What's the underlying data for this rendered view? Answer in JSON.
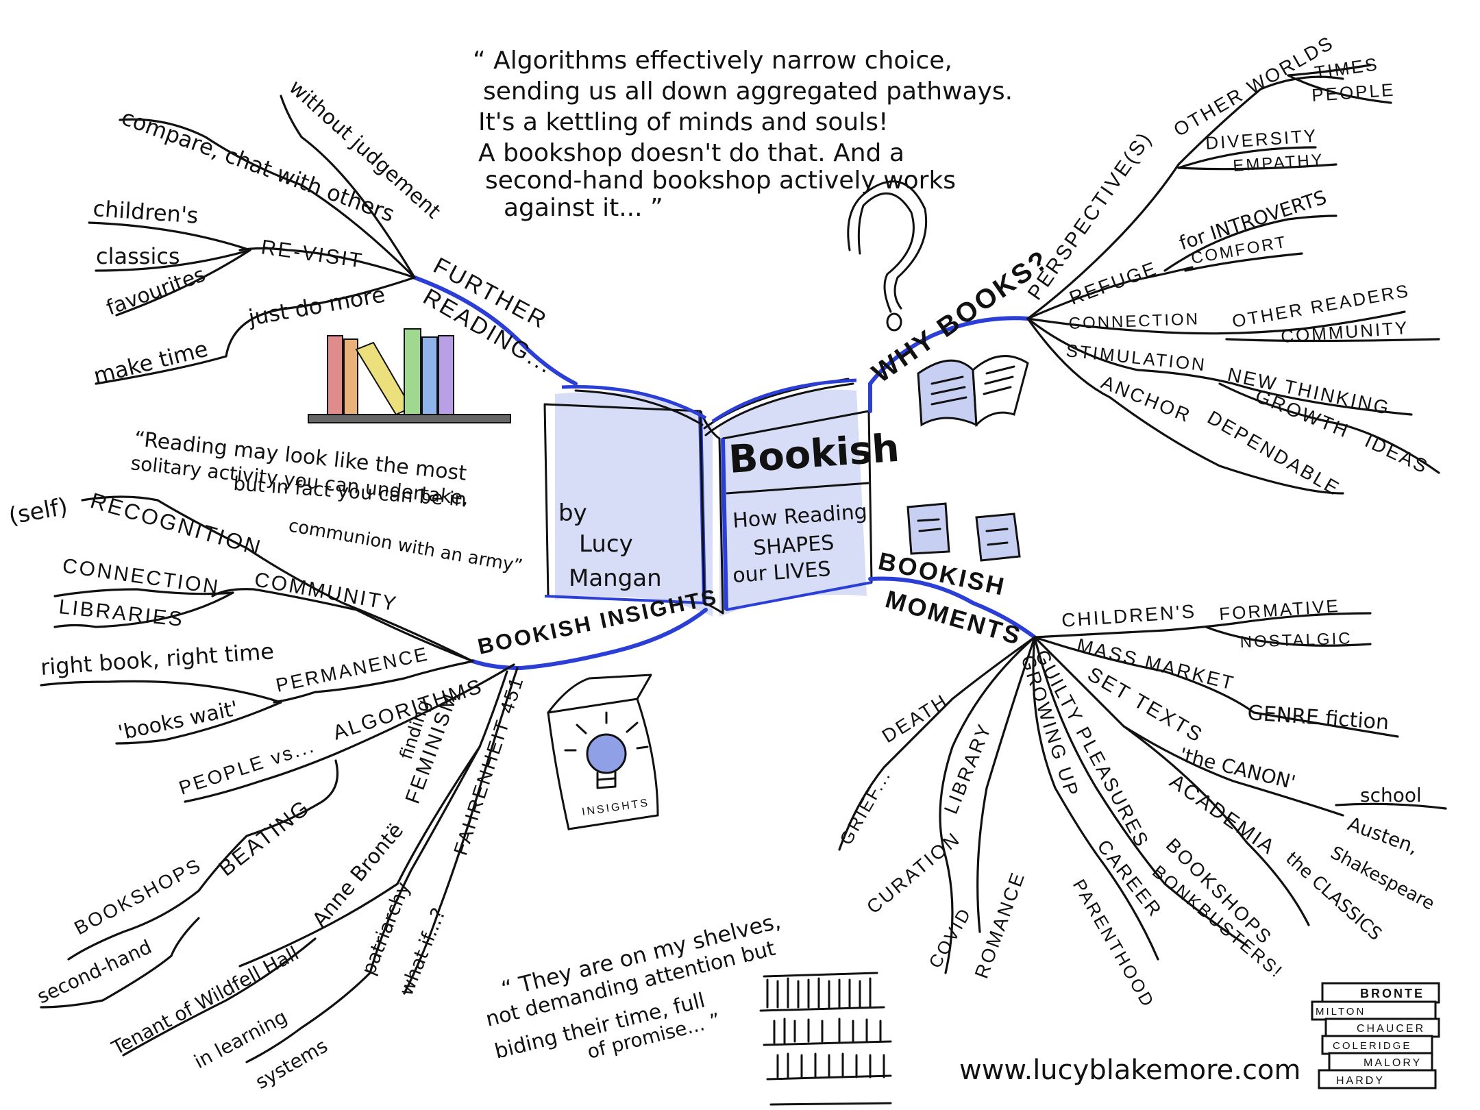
{
  "center": {
    "title": "Bookish",
    "subtitle_lines": [
      "How Reading",
      "SHAPES",
      "our LIVES"
    ],
    "author_lines": [
      "by",
      "Lucy",
      "Mangan"
    ]
  },
  "quotes": {
    "algorithms": [
      "“ Algorithms effectively narrow choice,",
      "sending us all down aggregated pathways.",
      "It's a kettling of minds and souls!",
      "A bookshop doesn't do that. And a",
      "second-hand bookshop actively works",
      "against it... ”"
    ],
    "reading": [
      "“Reading may look like the most",
      "solitary activity you can undertake,",
      "but in fact you can be in",
      "communion with an army”"
    ],
    "shelves": [
      "“ They are on my shelves,",
      "not demanding attention but",
      "biding their time, full",
      "of promise... ”"
    ]
  },
  "further_reading": {
    "label_lines": [
      "FURTHER",
      "READING..."
    ],
    "leaves": {
      "without_judgement": "without judgement",
      "compare": "compare, chat with others",
      "childrens": "children's",
      "revisit": "RE-VISIT",
      "classics": "classics",
      "favourites": "favourites",
      "make_time": "make time",
      "just_do_more": "just do more"
    }
  },
  "why_books": {
    "label": "WHY BOOKS?",
    "leaves": {
      "perspectives": "PERSPECTIVE(S)",
      "other_worlds": "OTHER WORLDS",
      "times": "TIMES",
      "people": "PEOPLE",
      "diversity": "DIVERSITY",
      "empathy": "EMPATHY",
      "refuge": "REFUGE",
      "for_introverts": "for INTROVERTS",
      "comfort": "COMFORT",
      "connection": "CONNECTION",
      "other_readers": "OTHER READERS",
      "community": "COMMUNITY",
      "stimulation": "STIMULATION",
      "new_thinking": "NEW THINKING",
      "growth": "GROWTH",
      "ideas": "IDEAS",
      "anchor": "ANCHOR",
      "dependable": "DEPENDABLE"
    }
  },
  "bookish_insights": {
    "label": "BOOKISH INSIGHTS",
    "icon_caption": "INSIGHTS",
    "leaves": {
      "self": "(self)",
      "recognition": "RECOGNITION",
      "connection": "CONNECTION",
      "libraries": "LIBRARIES",
      "community": "COMMUNITY",
      "right_book": "right book, right time",
      "books_wait": "'books wait'",
      "permanence": "PERMANENCE",
      "people_vs": "PEOPLE vs...",
      "algorithms": "ALGORITHMS",
      "beating": "BEATING",
      "bookshops": "BOOKSHOPS",
      "second_hand": "second-hand",
      "anne_bronte": "Anne Brontë",
      "tenant": "Tenant of Wildfell Hall",
      "finding": "finding",
      "feminism": "FEMINISM",
      "patriarchy": "patriarchy",
      "in_learning": "in learning",
      "systems": "systems",
      "what_if": "what if...?",
      "fahrenheit": "FAHRENHEIT 451"
    }
  },
  "bookish_moments": {
    "label_lines": [
      "BOOKISH",
      "MOMENTS"
    ],
    "leaves": {
      "childrens": "CHILDREN'S",
      "formative": "FORMATIVE",
      "nostalgic": "NOSTALGIC",
      "mass_market": "MASS MARKET",
      "genre_fiction": "GENRE fiction",
      "set_texts": "SET TEXTS",
      "the_canon": "'the CANON'",
      "school": "school",
      "austen": "Austen,",
      "shakespeare": "Shakespeare",
      "academia": "ACADEMIA",
      "the_classics": "the CLASSICS",
      "guilty": "GUILTY PLEASURES",
      "bookshops": "BOOKSHOPS",
      "bonkbusters": "BONKBUSTERS!",
      "growing_up": "GROWING UP",
      "career": "CAREER",
      "parenthood": "PARENTHOOD",
      "romance": "ROMANCE",
      "library": "LIBRARY",
      "curation": "CURATION",
      "covid": "COVID",
      "death": "DEATH",
      "grief": "GRIEF..."
    }
  },
  "book_stack": [
    "BRONTE",
    "MILTON",
    "CHAUCER",
    "COLERIDGE",
    "MALORY",
    "HARDY"
  ],
  "footer": {
    "website": "www.lucyblakemore.com"
  },
  "colors": {
    "branch_blue": "#2b3fd6",
    "shadow_blue": "#b9c2ee",
    "books": [
      "#e08c8c",
      "#e9b27a",
      "#ece07c",
      "#9fd88e",
      "#8fb4ea",
      "#b9a0e6"
    ]
  }
}
